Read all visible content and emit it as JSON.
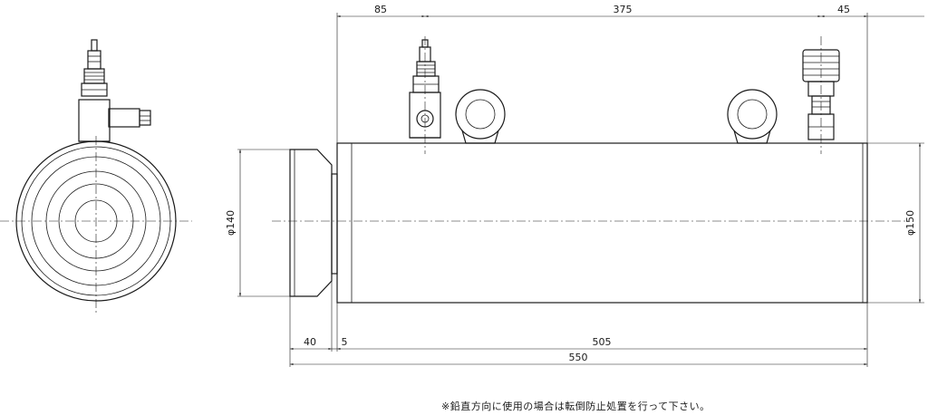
{
  "dimensions": {
    "top_85": "85",
    "top_375": "375",
    "top_45": "45",
    "dia_140": "φ140",
    "dia_150": "φ150",
    "bottom_40": "40",
    "bottom_5": "5",
    "bottom_505": "505",
    "bottom_550": "550"
  },
  "note": "※鉛直方向に使用の場合は転倒防止処置を行って下さい。"
}
